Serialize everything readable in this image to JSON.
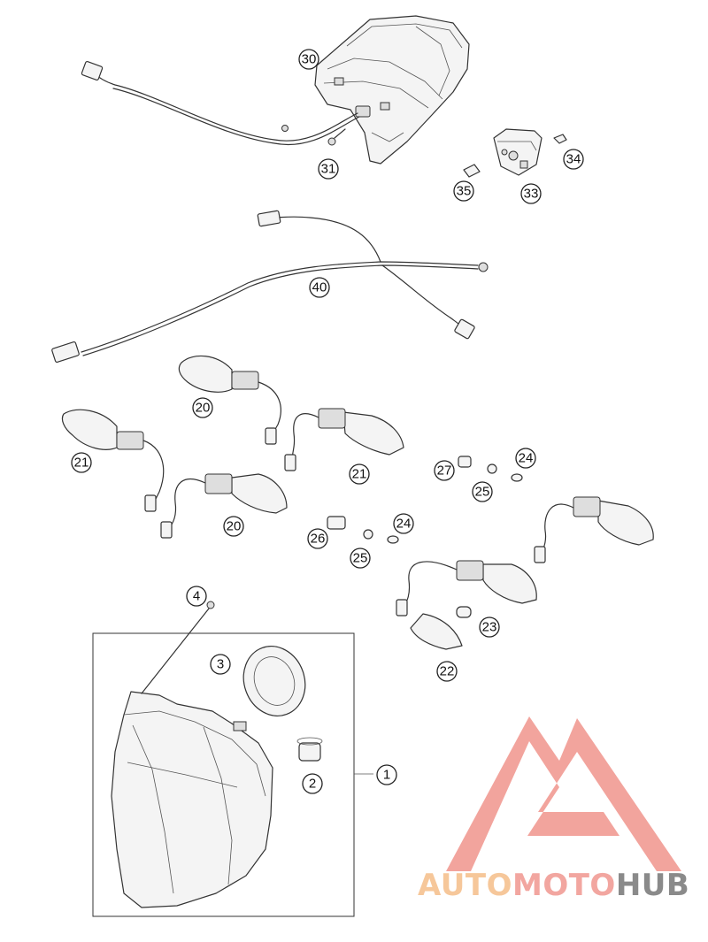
{
  "callouts": {
    "c1": "1",
    "c2": "2",
    "c3": "3",
    "c4": "4",
    "c20a": "20",
    "c20b": "20",
    "c21a": "21",
    "c21b": "21",
    "c22": "22",
    "c23": "23",
    "c24a": "24",
    "c24b": "24",
    "c25a": "25",
    "c25b": "25",
    "c26": "26",
    "c27": "27",
    "c30": "30",
    "c31": "31",
    "c33": "33",
    "c34": "34",
    "c35": "35",
    "c40": "40"
  },
  "watermark": {
    "part1": "AUTO",
    "part2": "MOTO",
    "part3": "HUB",
    "colors": {
      "auto": "#f6c79a",
      "moto": "#f2a6a0",
      "hub": "#8a8a8a",
      "logo": "#f19a92"
    }
  }
}
